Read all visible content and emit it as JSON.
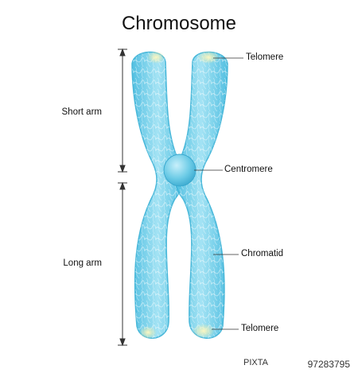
{
  "title": "Chromosome",
  "labels": {
    "short_arm": "Short arm",
    "long_arm": "Long arm",
    "telomere_top": "Telomere",
    "centromere": "Centromere",
    "chromatid": "Chromatid",
    "telomere_bottom": "Telomere"
  },
  "watermark": {
    "logo": "PIXTA",
    "id": "97283795"
  },
  "colors": {
    "chromatid_fill": "#7fd6ee",
    "chromatid_edge": "#3fb4d8",
    "telomere": "#f3eea0",
    "centromere": "#6ccbe6",
    "line": "#333333"
  }
}
